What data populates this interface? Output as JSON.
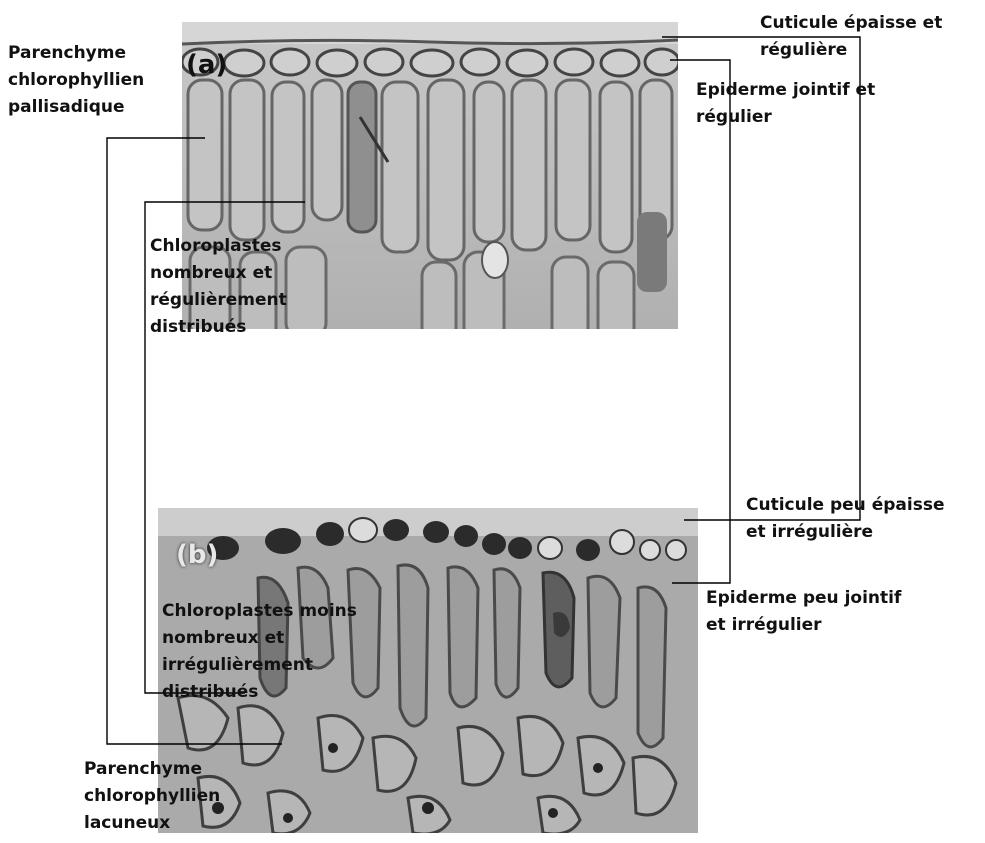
{
  "panels": {
    "a": {
      "letter": "(a)"
    },
    "b": {
      "letter": "(b)"
    }
  },
  "labels": {
    "palisade": "Parenchyme\nchlorophyllien\npallisadique",
    "cuticle_a": "Cuticule épaisse et\nrégulière",
    "epidermis_a": "Epiderme jointif et\nrégulier",
    "chloro_a": "Chloroplastes\nnombreux et\nrégulièrement\ndistribués",
    "cuticle_b": "Cuticule peu épaisse\net irrégulière",
    "epidermis_b": "Epiderme peu jointif\net irrégulier",
    "chloro_b": "Chloroplastes moins\nnombreux et\nirrégulièrement\ndistribués",
    "spongy": "Parenchyme\nchlorophyllien\nlacuneux"
  },
  "colors": {
    "text": "#111111",
    "leader_line": "#000000",
    "micro_a_background": "#b9b9b9",
    "micro_b_background": "#a9a9a9"
  }
}
